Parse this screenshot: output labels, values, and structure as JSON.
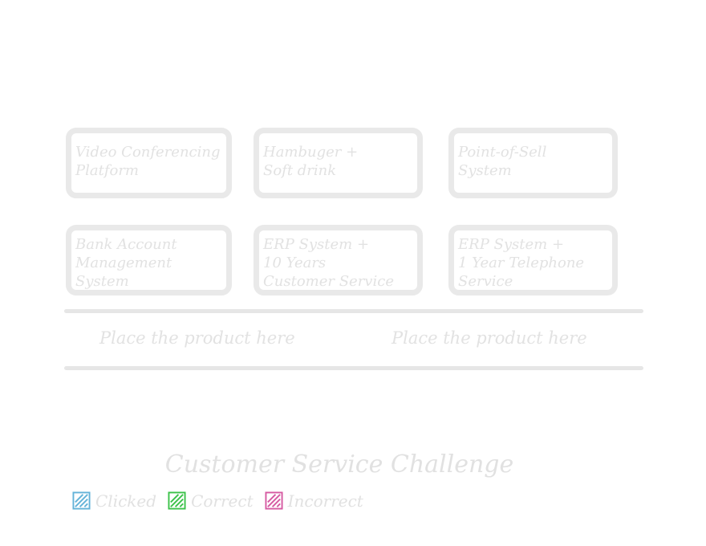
{
  "cards": [
    {
      "lines": [
        "Video Conferencing",
        "Platform"
      ]
    },
    {
      "lines": [
        "Hambuger +",
        "Soft drink"
      ]
    },
    {
      "lines": [
        "Point-of-Sell",
        "System"
      ]
    },
    {
      "lines": [
        "Bank Account",
        "Management",
        "System"
      ]
    },
    {
      "lines": [
        "ERP System +",
        "10 Years",
        "Customer Service"
      ]
    },
    {
      "lines": [
        "ERP System +",
        "1 Year Telephone",
        "Service"
      ]
    }
  ],
  "drop_zones": [
    {
      "label": "Place the product here"
    },
    {
      "label": "Place the product here"
    }
  ],
  "title": "Customer Service Challenge",
  "legend": [
    {
      "label": "Clicked",
      "color": "#63b3d8"
    },
    {
      "label": "Correct",
      "color": "#3cc24a"
    },
    {
      "label": "Incorrect",
      "color": "#d65aa2"
    }
  ]
}
